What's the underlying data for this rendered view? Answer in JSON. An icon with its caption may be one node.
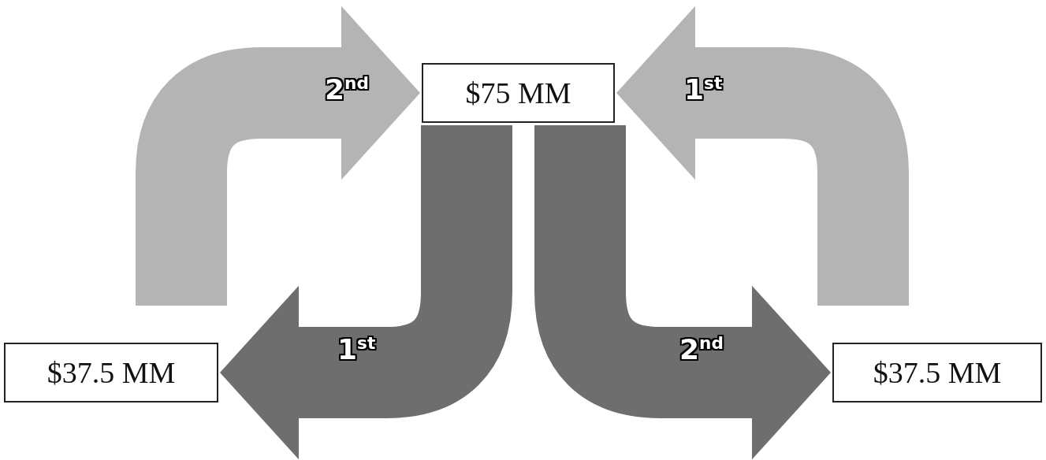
{
  "diagram": {
    "nodes": [
      {
        "text": [
          "$75 MM"
        ]
      },
      {
        "text": [
          "$37.5 MM"
        ]
      },
      {
        "text": [
          "$37.5 MM"
        ]
      }
    ],
    "edges": [
      {
        "from": null,
        "to": 0,
        "arrow": "to",
        "label": "2$^{nd}$",
        "color": "#b4b4b4"
      },
      {
        "from": null,
        "to": 0,
        "arrow": "to",
        "label": "1$^{st}$",
        "color": "#b4b4b4"
      },
      {
        "from": 0,
        "to": 1,
        "arrow": "to",
        "label": "1$^{st}$",
        "color": "#6e6e6e"
      },
      {
        "from": 0,
        "to": 2,
        "arrow": "to",
        "label": "2$^{nd}$",
        "color": "#6e6e6e"
      }
    ]
  }
}
